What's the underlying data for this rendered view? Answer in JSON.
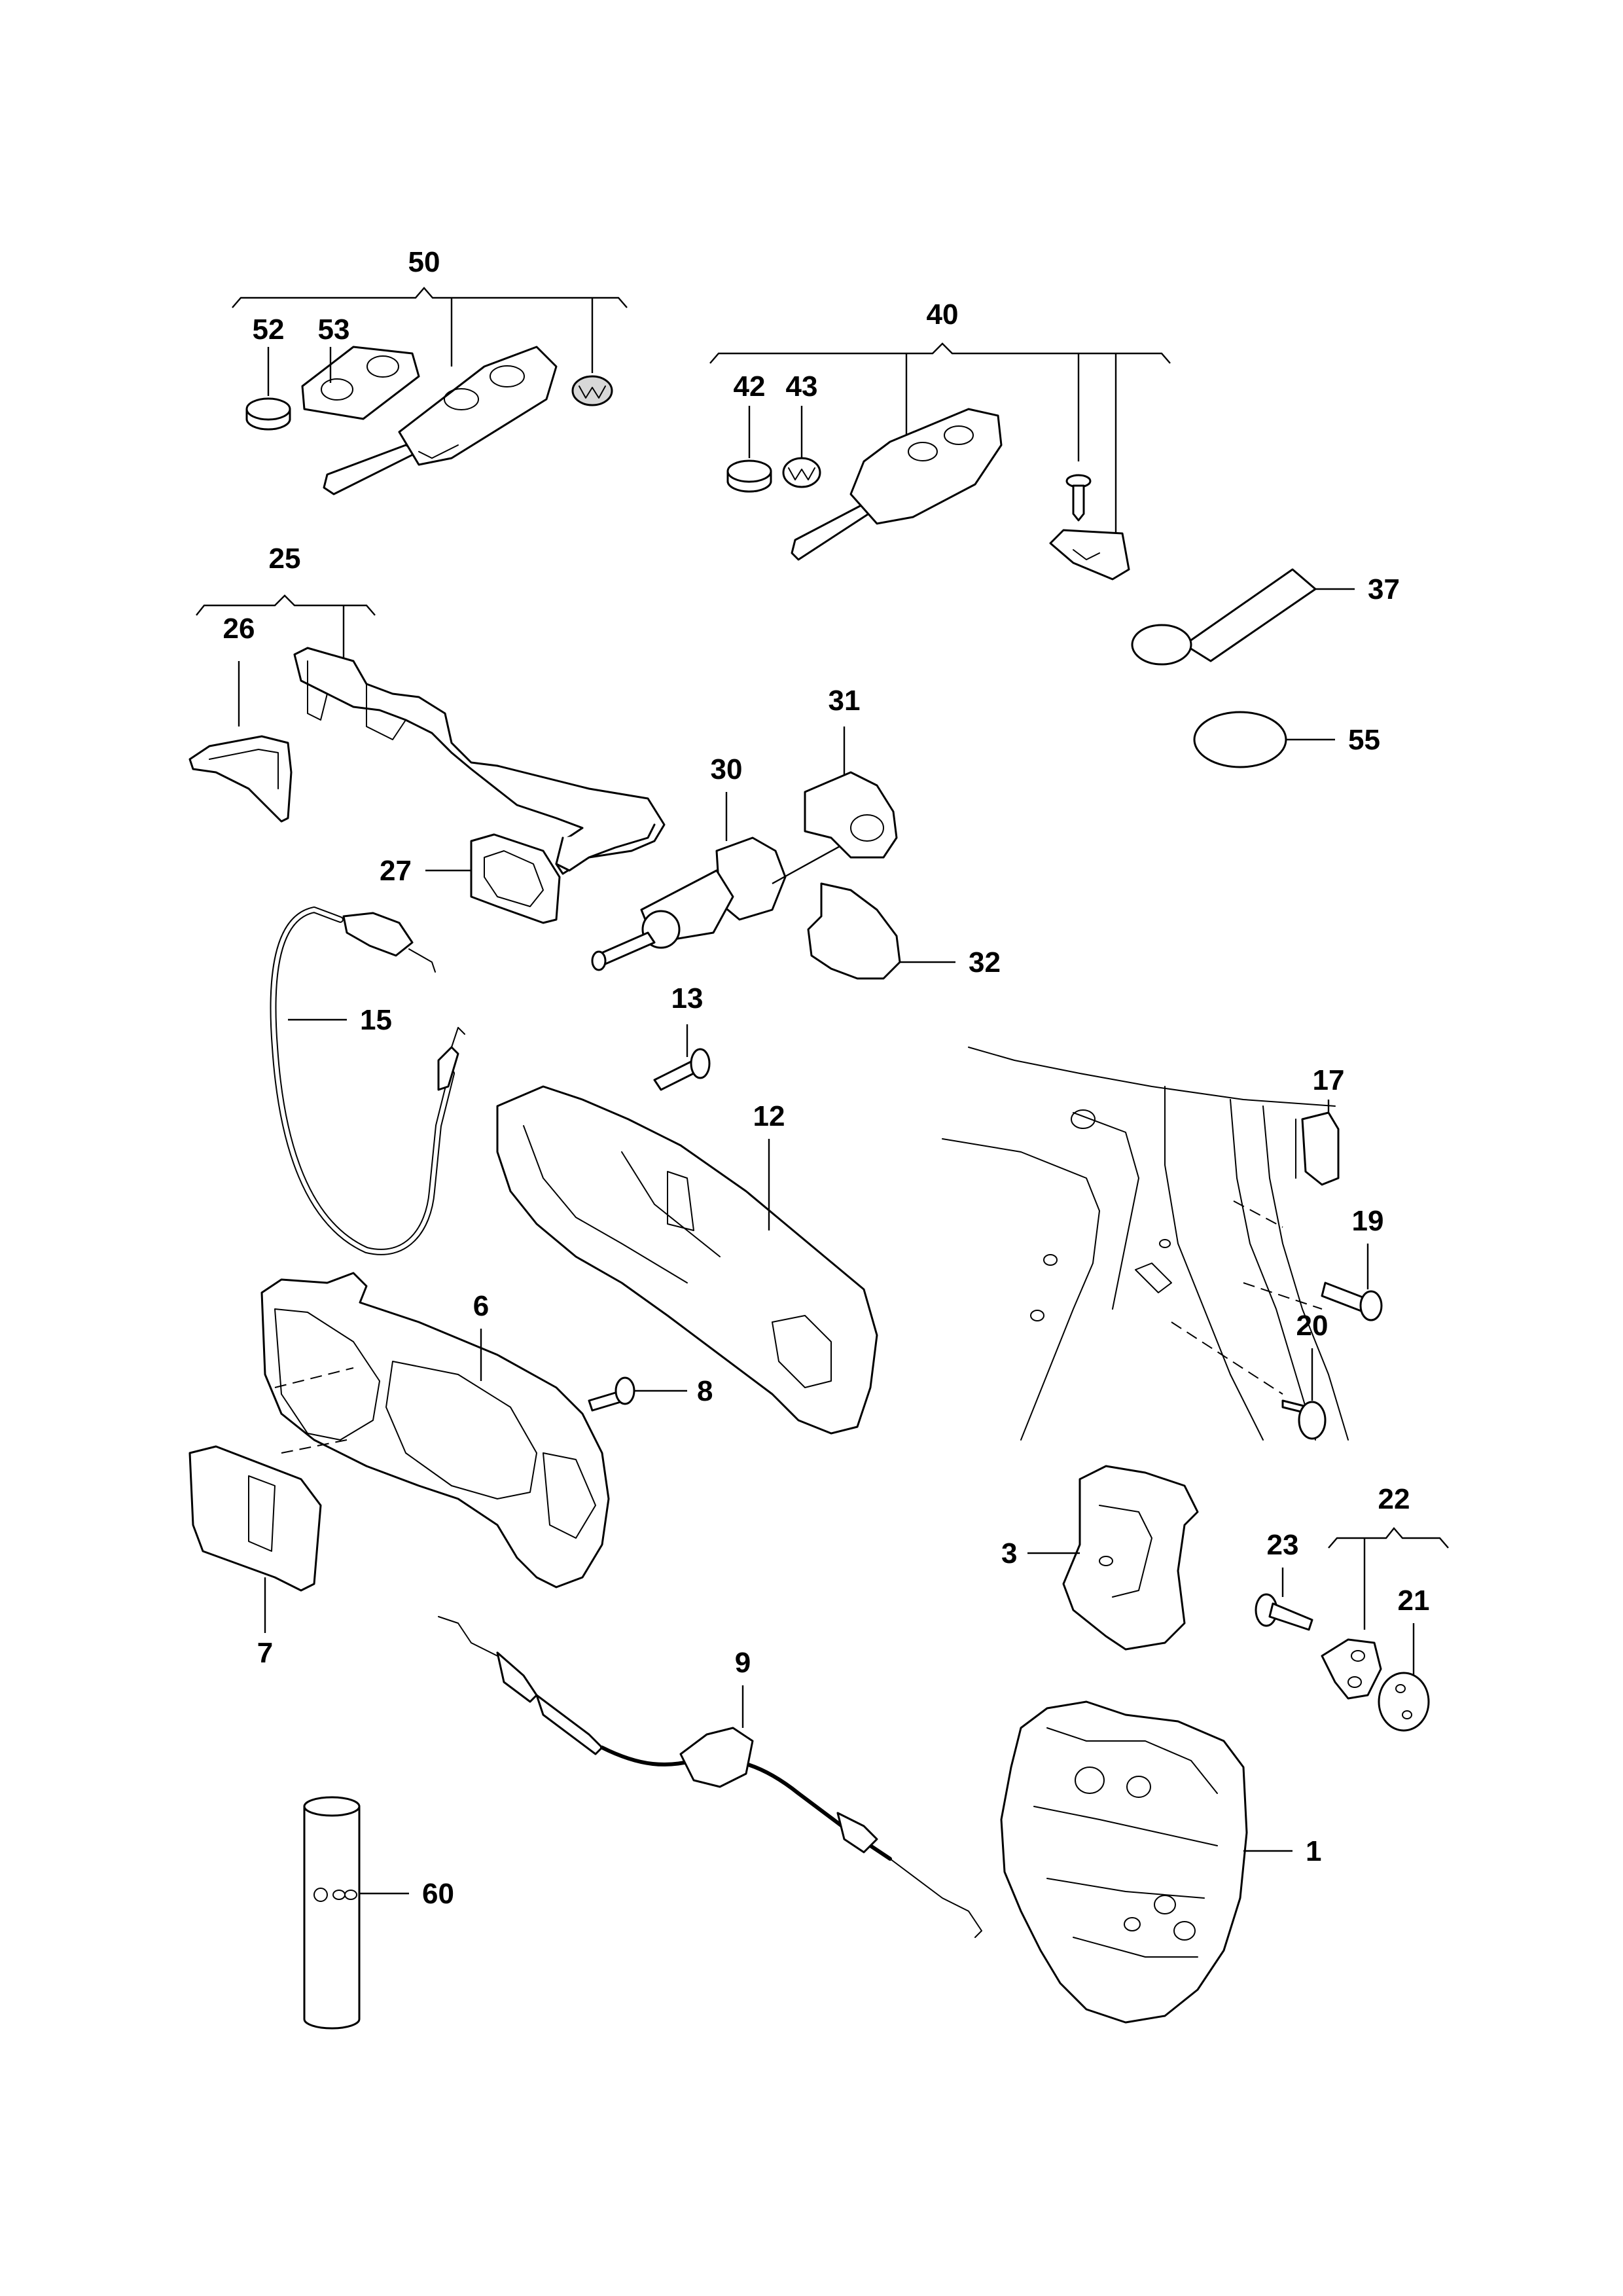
{
  "diagram": {
    "type": "exploded parts diagram",
    "callouts": {
      "p50": "50",
      "p52": "52",
      "p53": "53",
      "p40": "40",
      "p42": "42",
      "p43": "43",
      "p25": "25",
      "p26": "26",
      "p27": "27",
      "p37": "37",
      "p55": "55",
      "p30": "30",
      "p31": "31",
      "p32": "32",
      "p15": "15",
      "p13": "13",
      "p12": "12",
      "p17": "17",
      "p19": "19",
      "p20": "20",
      "p6": "6",
      "p8": "8",
      "p7": "7",
      "p3": "3",
      "p22": "22",
      "p23": "23",
      "p21": "21",
      "p9": "9",
      "p1": "1",
      "p60": "60"
    }
  }
}
